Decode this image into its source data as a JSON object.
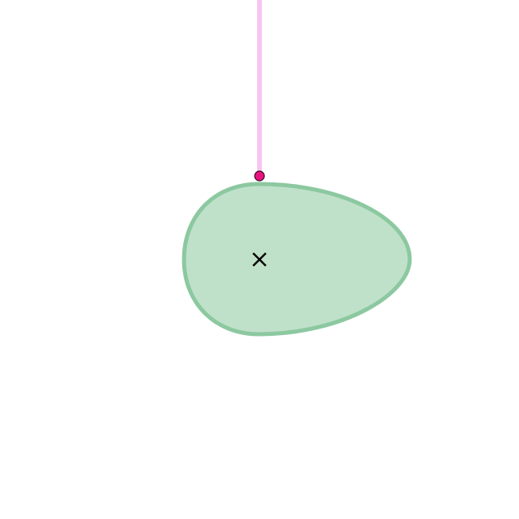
{
  "scene": {
    "background_color": "#ffffff",
    "ray": {
      "icon": "vertical-ray-line",
      "color": "#f7c6f0"
    },
    "contact_point": {
      "icon": "dot-marker",
      "fill_color": "#e8137f",
      "stroke_color": "#3a0a22"
    },
    "blob": {
      "icon": "egg-shaped-blob",
      "fill_color": "#bfe1c9",
      "stroke_color": "#8cc8a0"
    },
    "center_marker": {
      "icon": "x-cross-icon",
      "color": "#000000"
    }
  }
}
